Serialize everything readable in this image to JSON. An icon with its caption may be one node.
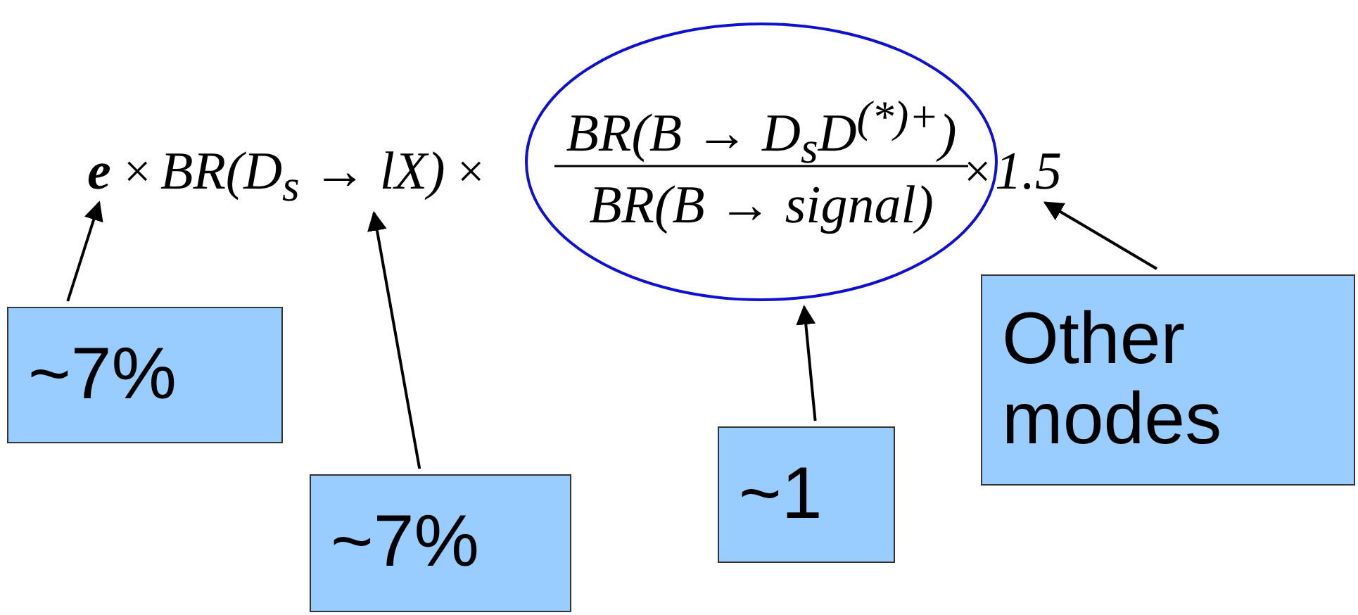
{
  "diagram": {
    "nodes": [
      {
        "text": [
          "e"
        ]
      },
      {
        "text": [
          "BR(D$_{s}$ → lX)"
        ]
      },
      {
        "text": [
          "BR(B → D$_{s}$D$^{(*)+}$)",
          "BR(B → signal)"
        ]
      },
      {
        "text": [
          "1.5"
        ]
      },
      {
        "text": [
          "~7%"
        ]
      },
      {
        "text": [
          "~7%"
        ]
      },
      {
        "text": [
          "~1"
        ]
      },
      {
        "text": [
          "Other modes"
        ]
      }
    ],
    "edges": [
      {
        "from": 4,
        "to": 0,
        "arrow": "to"
      },
      {
        "from": 5,
        "to": 1,
        "arrow": "to"
      },
      {
        "from": 6,
        "to": 2,
        "arrow": "to"
      },
      {
        "from": 7,
        "to": 3,
        "arrow": "to"
      }
    ],
    "labels": [
      "×",
      "×",
      "×"
    ]
  }
}
